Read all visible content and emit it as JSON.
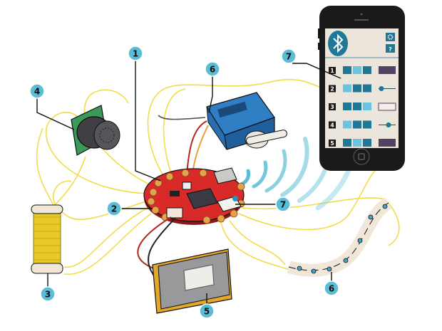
{
  "callouts": [
    {
      "id": "board",
      "label": "1"
    },
    {
      "id": "servo",
      "label": "6"
    },
    {
      "id": "phone-app",
      "label": "7"
    },
    {
      "id": "ultrasonic-sensor",
      "label": "4"
    },
    {
      "id": "battery-connector",
      "label": "2"
    },
    {
      "id": "bluetooth-module",
      "label": "7"
    },
    {
      "id": "coil",
      "label": "3"
    },
    {
      "id": "lipo-battery",
      "label": "5"
    },
    {
      "id": "led-strip",
      "label": "6"
    }
  ],
  "phone": {
    "help_label": "?",
    "rows": [
      {
        "number": "1",
        "control": "color-swatch"
      },
      {
        "number": "2",
        "control": "slider"
      },
      {
        "number": "3",
        "control": "empty-box"
      },
      {
        "number": "4",
        "control": "slider"
      },
      {
        "number": "5",
        "control": "color-swatch"
      }
    ]
  },
  "colors": {
    "label_circle": "#5bbcd6",
    "board_red": "#d92a2a",
    "wire_yellow": "#f2dc4a",
    "teal_dark": "#1f7896",
    "teal_light": "#6cc3df",
    "swatch_purple": "#4f4462"
  }
}
